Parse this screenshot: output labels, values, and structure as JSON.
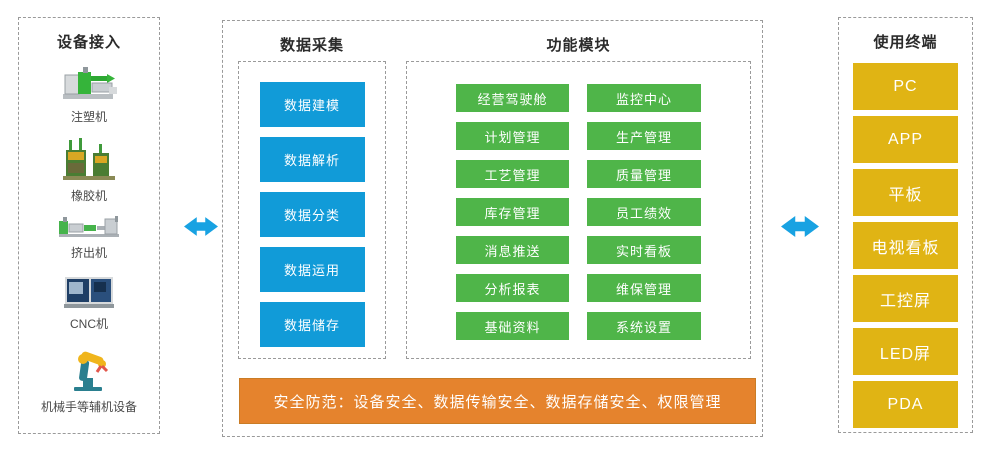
{
  "colors": {
    "blue": "#119BD8",
    "green": "#4FB549",
    "yellow": "#E0B414",
    "orange": "#E5832D",
    "orange_border": "#C97C26",
    "arrow_blue": "#18A2E2",
    "dashed_border": "#9A9A9A"
  },
  "left_panel": {
    "title": "设备接入",
    "devices": [
      {
        "label": "注塑机",
        "icon": "injection-molding-machine-icon"
      },
      {
        "label": "橡胶机",
        "icon": "rubber-machine-icon"
      },
      {
        "label": "挤出机",
        "icon": "extruder-machine-icon"
      },
      {
        "label": "CNC机",
        "icon": "cnc-machine-icon"
      },
      {
        "label": "机械手等辅机设备",
        "icon": "robot-arm-icon"
      }
    ]
  },
  "data_collection": {
    "title": "数据采集",
    "items": [
      "数据建模",
      "数据解析",
      "数据分类",
      "数据运用",
      "数据储存"
    ]
  },
  "function_modules": {
    "title": "功能模块",
    "items": [
      "经营驾驶舱",
      "监控中心",
      "计划管理",
      "生产管理",
      "工艺管理",
      "质量管理",
      "库存管理",
      "员工绩效",
      "消息推送",
      "实时看板",
      "分析报表",
      "维保管理",
      "基础资料",
      "系统设置"
    ]
  },
  "security_bar": {
    "text": "安全防范：设备安全、数据传输安全、数据存储安全、权限管理"
  },
  "right_panel": {
    "title": "使用终端",
    "terminals": [
      "PC",
      "APP",
      "平板",
      "电视看板",
      "工控屏",
      "LED屏",
      "PDA"
    ]
  }
}
